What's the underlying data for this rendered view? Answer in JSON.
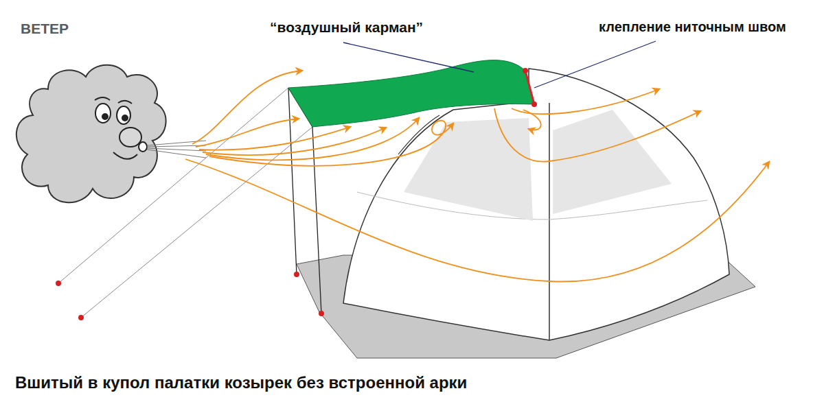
{
  "diagram": {
    "caption": "Вшитый в купол палатки козырек без встроенной арки",
    "labels": [
      "ВЕТЕР",
      "“воздушный карман”",
      "клепление ниточным швом"
    ]
  }
}
